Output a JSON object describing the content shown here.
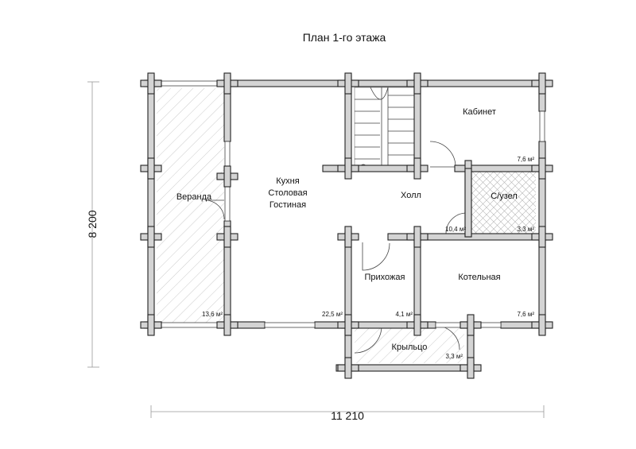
{
  "title": "План 1-го этажа",
  "dimensions": {
    "width": "11  210",
    "height": "8  200"
  },
  "rooms": {
    "veranda": {
      "name": "Веранда",
      "area": "13,6 м²"
    },
    "kitchen": {
      "name_lines": [
        "Кухня",
        "Столовая",
        "Гостиная"
      ],
      "area": "22,5 м²"
    },
    "hall": {
      "name": "Холл",
      "area": "10,4 м²"
    },
    "study": {
      "name": "Кабинет",
      "area": "7,6 м²"
    },
    "wc": {
      "name": "С/узел",
      "area": "3,3 м²"
    },
    "entry": {
      "name": "Прихожая",
      "area": "4,1 м²"
    },
    "boiler": {
      "name": "Котельная",
      "area": "7,6 м²"
    },
    "porch": {
      "name": "Крыльцо",
      "area": "3,3 м²"
    }
  },
  "colors": {
    "wall_fill": "#d4d4d4",
    "line": "#222222",
    "hatch": "#999999"
  }
}
